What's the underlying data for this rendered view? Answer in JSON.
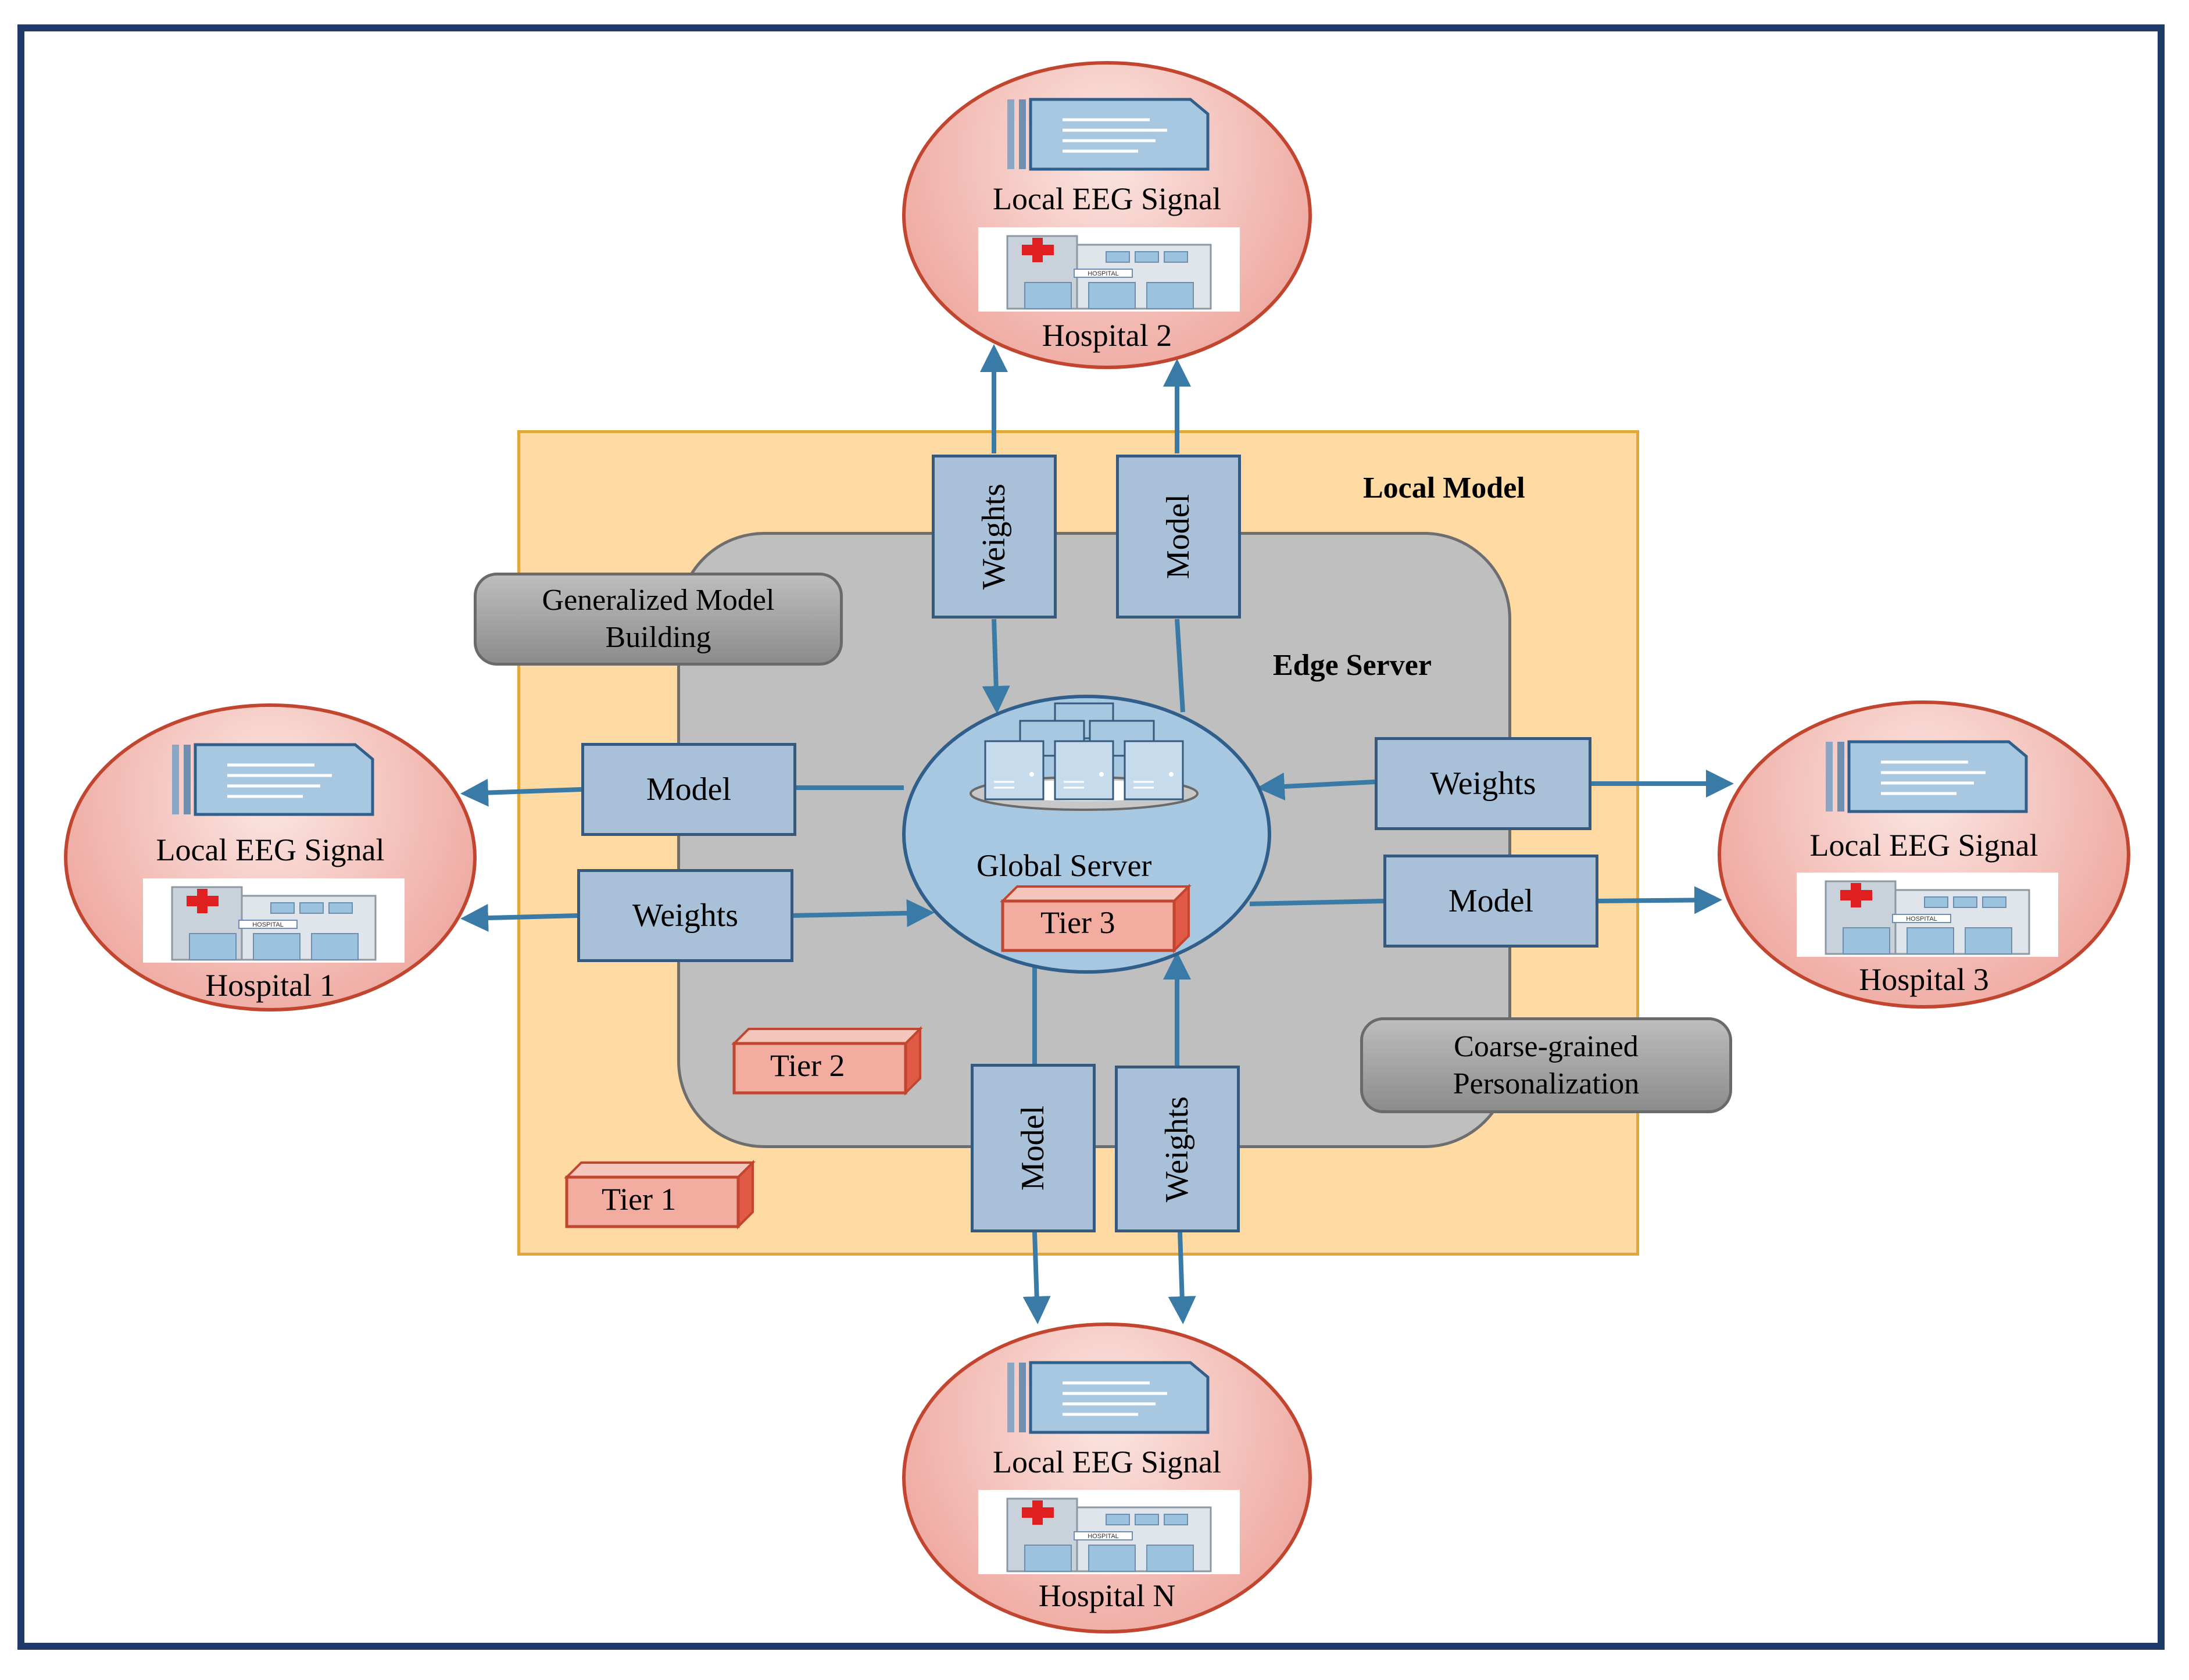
{
  "local_model": {
    "title": "Local Model"
  },
  "edge_server": {
    "title": "Edge Server"
  },
  "global_server": {
    "title": "Global Server",
    "tier": "Tier 3"
  },
  "tiers": {
    "tier1": "Tier 1",
    "tier2": "Tier 2"
  },
  "callouts": {
    "generalized": [
      "Generalized Model",
      "Building"
    ],
    "coarse": [
      "Coarse-grained",
      "Personalization"
    ]
  },
  "flows": {
    "top_weights": "Weights",
    "top_model": "Model",
    "left_model": "Model",
    "left_weights": "Weights",
    "right_weights": "Weights",
    "right_model": "Model",
    "bottom_model": "Model",
    "bottom_weights": "Weights"
  },
  "hospitals": {
    "h1": {
      "signal": "Local EEG Signal",
      "name": "Hospital 1"
    },
    "h2": {
      "signal": "Local EEG Signal",
      "name": "Hospital 2"
    },
    "h3": {
      "signal": "Local EEG Signal",
      "name": "Hospital 3"
    },
    "hn": {
      "signal": "Local EEG Signal",
      "name": "Hospital N"
    }
  },
  "icons": {
    "hospital_sign": "HOSPITAL",
    "document": "document-icon",
    "server": "server-rack-icon"
  },
  "colors": {
    "frame": "#1f3a68",
    "local": "#ffdba3",
    "edge": "#bfbfbf",
    "flow_box": "#a8c0d8",
    "arrow": "#3a7aa6",
    "hospital": "#f0b0a8",
    "tier": "#f2aca0"
  }
}
